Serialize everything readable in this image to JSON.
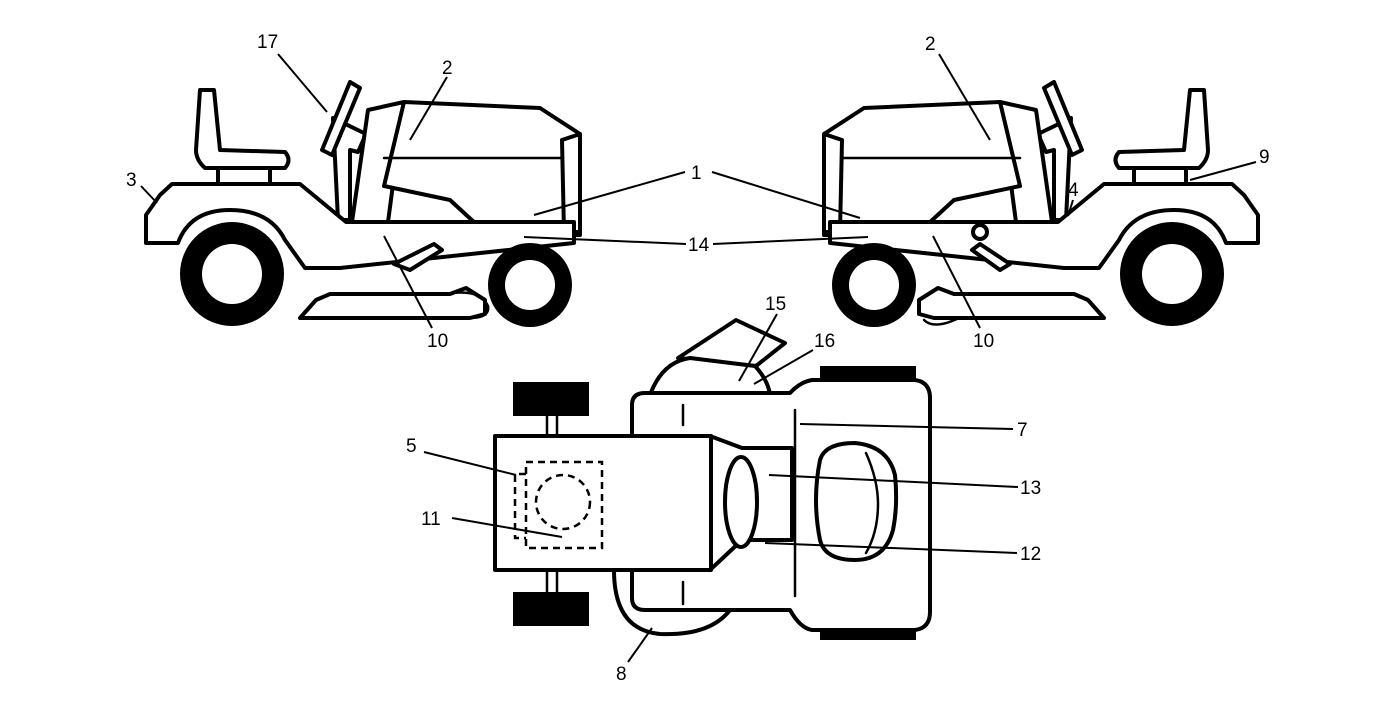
{
  "colors": {
    "ink": "#000000",
    "paper": "#ffffff"
  },
  "views": [
    "left-side-view",
    "right-side-view",
    "top-view"
  ],
  "callouts": [
    {
      "id": "c17",
      "label": "17"
    },
    {
      "id": "c2a",
      "label": "2"
    },
    {
      "id": "c3",
      "label": "3"
    },
    {
      "id": "c1",
      "label": "1"
    },
    {
      "id": "c14",
      "label": "14"
    },
    {
      "id": "c10a",
      "label": "10"
    },
    {
      "id": "c2b",
      "label": "2"
    },
    {
      "id": "c9",
      "label": "9"
    },
    {
      "id": "c4",
      "label": "4"
    },
    {
      "id": "c10b",
      "label": "10"
    },
    {
      "id": "c15",
      "label": "15"
    },
    {
      "id": "c16",
      "label": "16"
    },
    {
      "id": "c7",
      "label": "7"
    },
    {
      "id": "c5",
      "label": "5"
    },
    {
      "id": "c13",
      "label": "13"
    },
    {
      "id": "c11",
      "label": "11"
    },
    {
      "id": "c12",
      "label": "12"
    },
    {
      "id": "c8",
      "label": "8"
    }
  ]
}
